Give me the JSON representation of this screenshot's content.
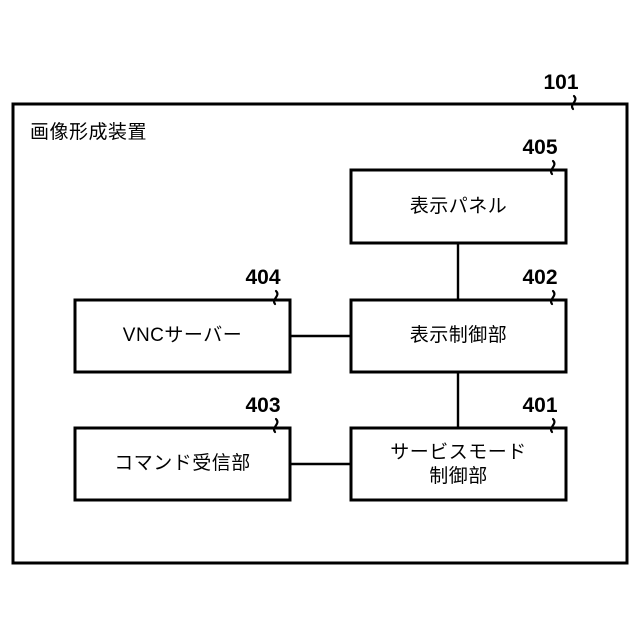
{
  "figure": {
    "background_color": "#ffffff",
    "line_color": "#000000",
    "outer": {
      "label": "画像形成装置",
      "ref": "101"
    },
    "blocks": [
      {
        "id": "display-panel",
        "ref": "405",
        "line1": "表示パネル",
        "line2": ""
      },
      {
        "id": "display-control-unit",
        "ref": "402",
        "line1": "表示制御部",
        "line2": ""
      },
      {
        "id": "vnc-server",
        "ref": "404",
        "line1": "VNCサーバー",
        "line2": ""
      },
      {
        "id": "command-receiver",
        "ref": "403",
        "line1": "コマンド受信部",
        "line2": ""
      },
      {
        "id": "service-mode-control-unit",
        "ref": "401",
        "line1": "サービスモード",
        "line2": "制御部"
      }
    ]
  }
}
